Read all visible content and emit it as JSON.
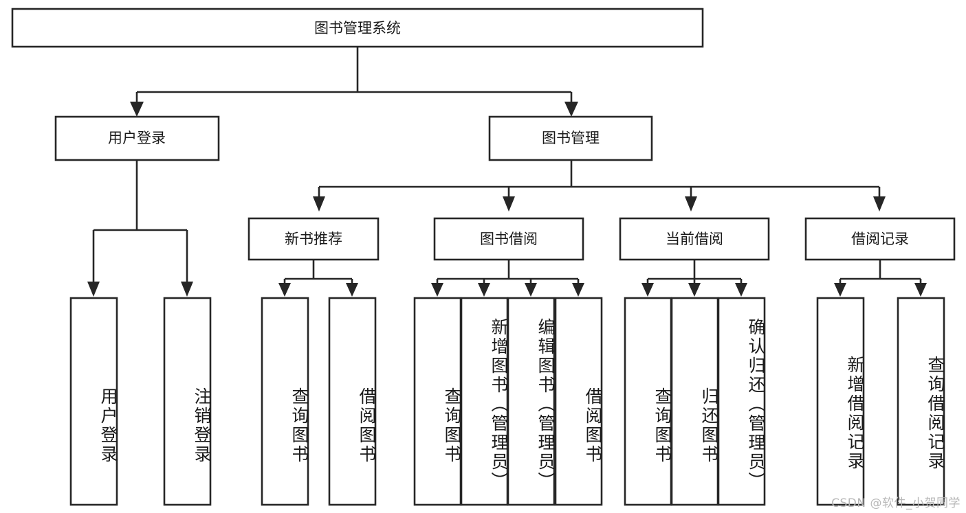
{
  "diagram": {
    "type": "tree",
    "title_node": "图书管理系统",
    "watermark": "CSDN @软件_小贺同学",
    "colors": {
      "stroke": "#262626",
      "fill": "#ffffff",
      "text": "#1a1a1a",
      "watermark": "#b8b8b8"
    },
    "level1": [
      {
        "id": "root",
        "label": "图书管理系统"
      }
    ],
    "level2": [
      {
        "id": "user-login",
        "label": "用户登录"
      },
      {
        "id": "book-manage",
        "label": "图书管理"
      }
    ],
    "level3": [
      {
        "id": "new-book-rec",
        "label": "新书推荐"
      },
      {
        "id": "book-borrow",
        "label": "图书借阅"
      },
      {
        "id": "current-borrow",
        "label": "当前借阅"
      },
      {
        "id": "borrow-record",
        "label": "借阅记录"
      }
    ],
    "leaves": {
      "user-login": [
        {
          "id": "leaf-user-login",
          "label": "用户登录"
        },
        {
          "id": "leaf-logout-login",
          "label": "注销登录"
        }
      ],
      "new-book-rec": [
        {
          "id": "leaf-query-book-1",
          "label": "查询图书"
        },
        {
          "id": "leaf-borrow-book-1",
          "label": "借阅图书"
        }
      ],
      "book-borrow": [
        {
          "id": "leaf-query-book-2",
          "label": "查询图书"
        },
        {
          "id": "leaf-add-book",
          "label": "新增图书（管理员）"
        },
        {
          "id": "leaf-edit-book",
          "label": "编辑图书（管理员）"
        },
        {
          "id": "leaf-borrow-book-2",
          "label": "借阅图书"
        }
      ],
      "current-borrow": [
        {
          "id": "leaf-query-book-3",
          "label": "查询图书"
        },
        {
          "id": "leaf-return-book",
          "label": "归还图书"
        },
        {
          "id": "leaf-confirm-return",
          "label": "确认归还（管理员）"
        }
      ],
      "borrow-record": [
        {
          "id": "leaf-add-record",
          "label": "新增借阅记录"
        },
        {
          "id": "leaf-query-record",
          "label": "查询借阅记录"
        }
      ]
    }
  }
}
